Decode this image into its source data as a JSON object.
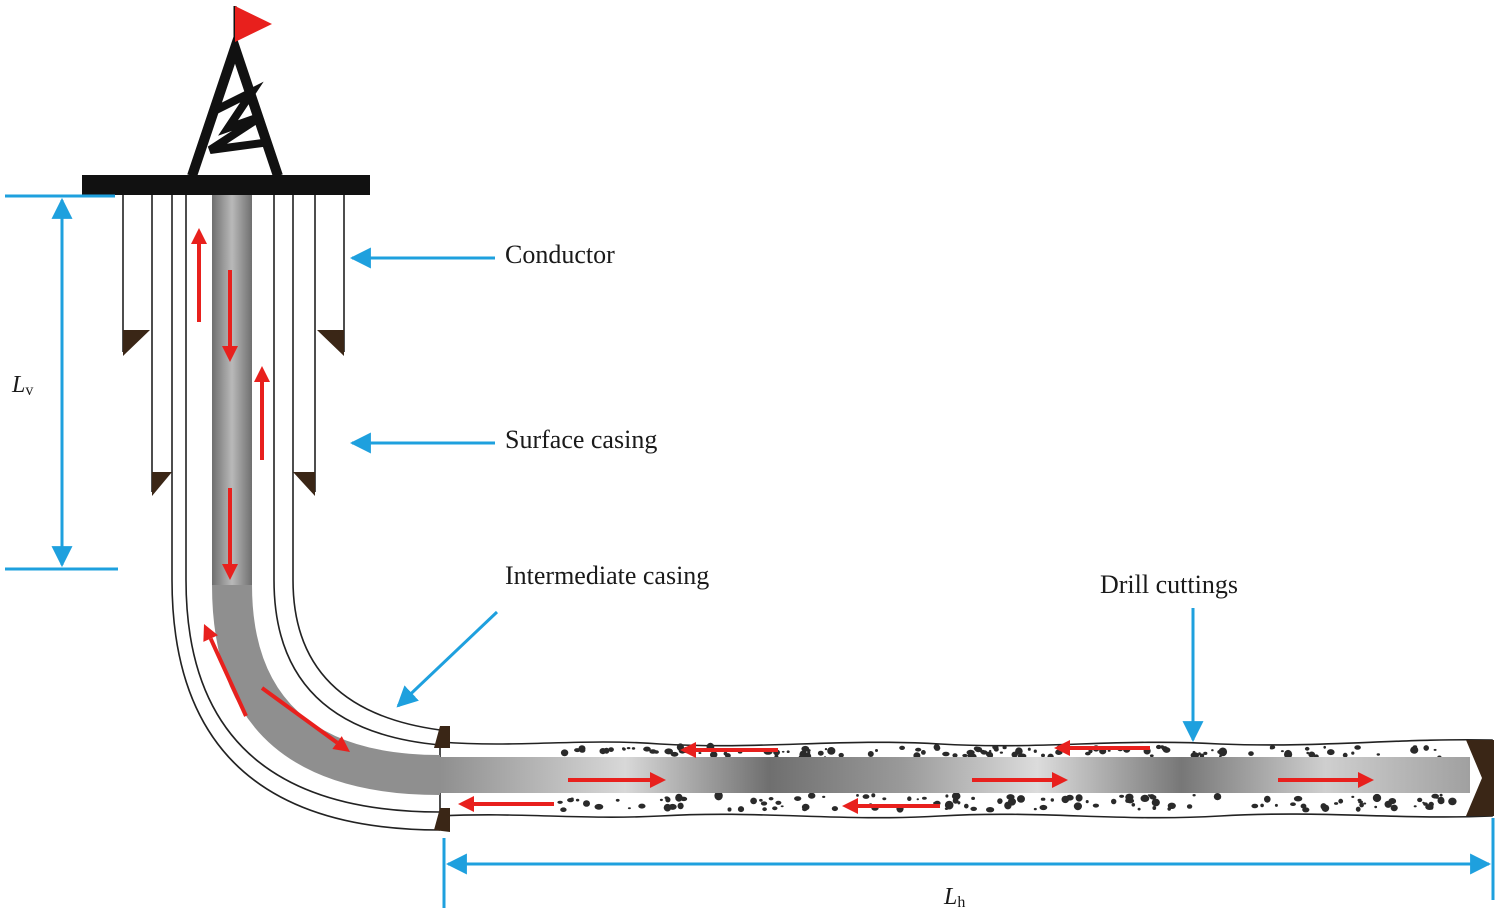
{
  "labels": {
    "conductor": "Conductor",
    "surface_casing": "Surface casing",
    "intermediate_casing": "Intermediate casing",
    "drill_cuttings": "Drill cuttings",
    "lv_main": "L",
    "lv_sub": "v",
    "lh_main": "L",
    "lh_sub": "h"
  },
  "colors": {
    "flow_arrow": "#e8201d",
    "dimension_line": "#1ea0de",
    "flag": "#e8201d",
    "derrick": "#111111",
    "casing_shoe": "#3a2616",
    "cuttings": "#2a2a2a",
    "drill_pipe": "#8a8a8a"
  }
}
